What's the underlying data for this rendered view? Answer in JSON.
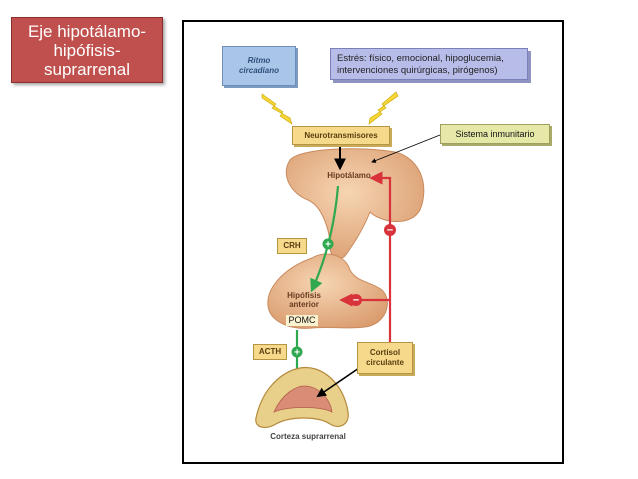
{
  "title": {
    "lines": [
      "Eje hipotálamo-",
      "hipófisis-",
      "suprarrenal"
    ]
  },
  "diagram": {
    "ritmo": [
      "Ritmo",
      "circadiano"
    ],
    "stress": [
      "Estrés: físico, emocional, hipoglucemia,",
      "intervenciones quirúrgicas, pirógenos)"
    ],
    "neurotransmisores": "Neurotransmisores",
    "sistema_inmunitario": "Sistema inmunitario",
    "hipotalamo": "Hipotálamo",
    "crh": "CRH",
    "hipofisis": [
      "Hipófisis",
      "anterior"
    ],
    "pomc": "POMC",
    "acth": "ACTH",
    "cortisol": [
      "Cortisol",
      "circulante"
    ],
    "corteza": "Corteza suprarrenal",
    "plus_sign": "+",
    "minus_sign": "−"
  },
  "colors": {
    "title_bg": "#c0504d",
    "stimulatory": "#2fa84f",
    "inhibitory": "#d8323a",
    "gland": "#e9b98f"
  }
}
